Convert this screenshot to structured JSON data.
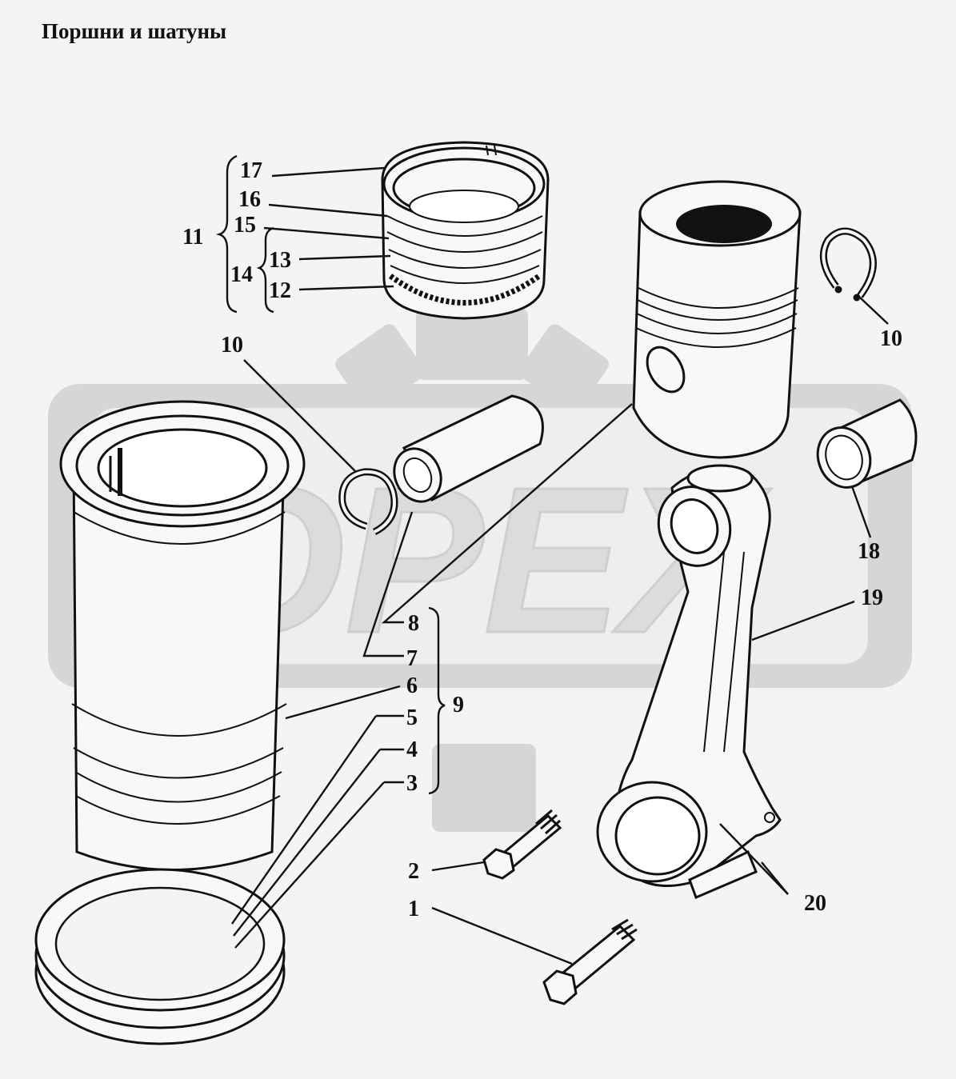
{
  "title": "Поршни и шатуны",
  "watermark": "OPEX",
  "colors": {
    "background": "#f4f4f4",
    "ink": "#111111",
    "watermark": "#d6d6d6"
  },
  "callouts": {
    "c1": "1",
    "c2": "2",
    "c3": "3",
    "c4": "4",
    "c5": "5",
    "c6": "6",
    "c7": "7",
    "c8": "8",
    "c9": "9",
    "c10a": "10",
    "c10b": "10",
    "c11": "11",
    "c12": "12",
    "c13": "13",
    "c14": "14",
    "c15": "15",
    "c16": "16",
    "c17": "17",
    "c18": "18",
    "c19": "19",
    "c20": "20"
  }
}
